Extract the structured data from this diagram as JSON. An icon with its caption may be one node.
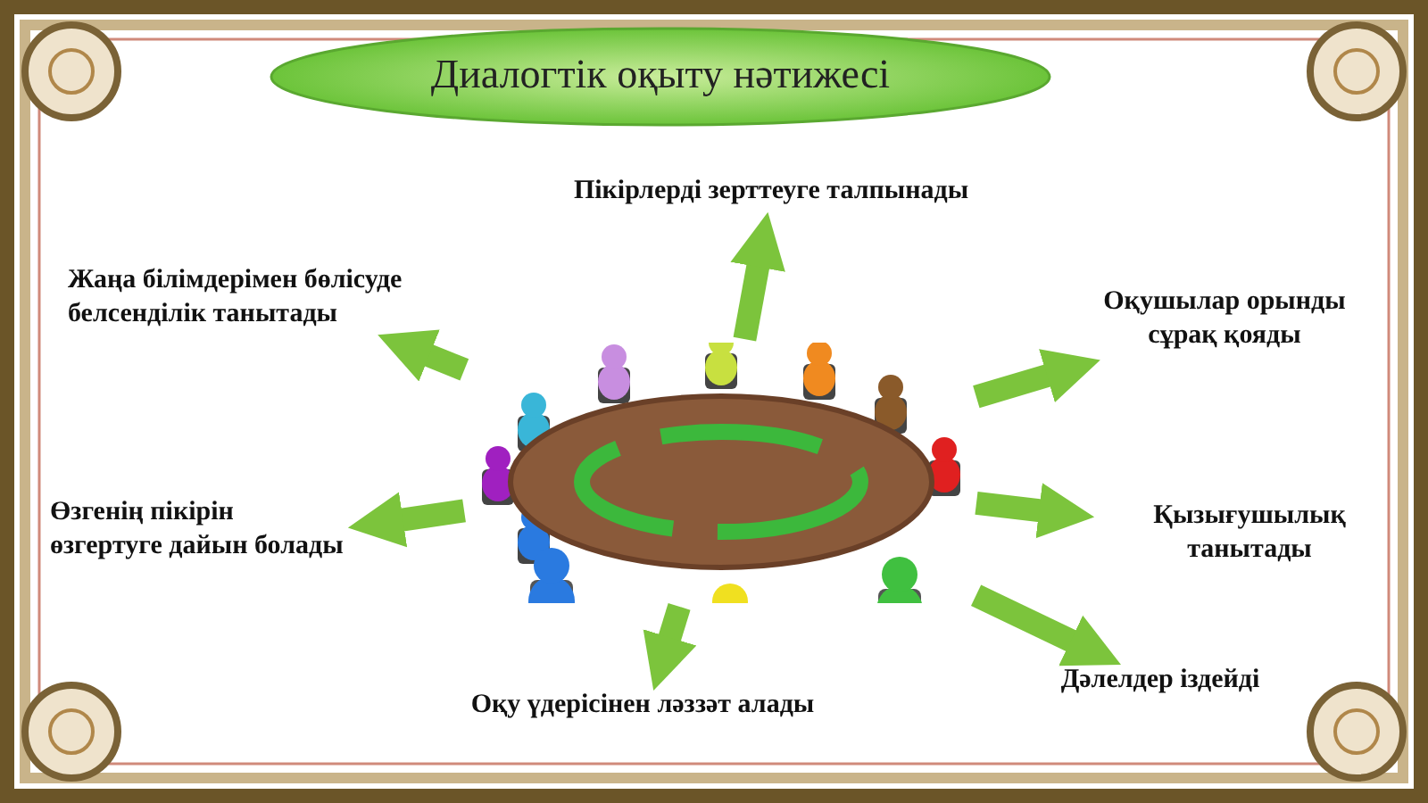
{
  "diagram": {
    "title": "Диалогтік оқыту нәтижесі",
    "nodes": [
      {
        "text": [],
        "shape": "picture"
      },
      {
        "text": [
          "Пікірлерді зерттеуге талпынады"
        ]
      },
      {
        "text": [
          "Жаңа білімдерімен бөлісуде белсенділік танытады"
        ]
      },
      {
        "text": [
          "Оқушылар орынды сұрақ қояды"
        ]
      },
      {
        "text": [
          "Өзгенің пікірін өзгертуге дайын болады"
        ]
      },
      {
        "text": [
          "Қызығушылық танытады"
        ]
      },
      {
        "text": [
          "Оқу үдерісінен ләззәт алады"
        ]
      },
      {
        "text": [
          "Дәлелдер іздейді"
        ]
      }
    ],
    "edges": [
      {
        "from": 0,
        "to": 1,
        "arrow": "to"
      },
      {
        "from": 0,
        "to": 2,
        "arrow": "to"
      },
      {
        "from": 0,
        "to": 3,
        "arrow": "to"
      },
      {
        "from": 0,
        "to": 4,
        "arrow": "to"
      },
      {
        "from": 0,
        "to": 5,
        "arrow": "to"
      },
      {
        "from": 0,
        "to": 6,
        "arrow": "to"
      },
      {
        "from": 0,
        "to": 7,
        "arrow": "to"
      }
    ]
  }
}
